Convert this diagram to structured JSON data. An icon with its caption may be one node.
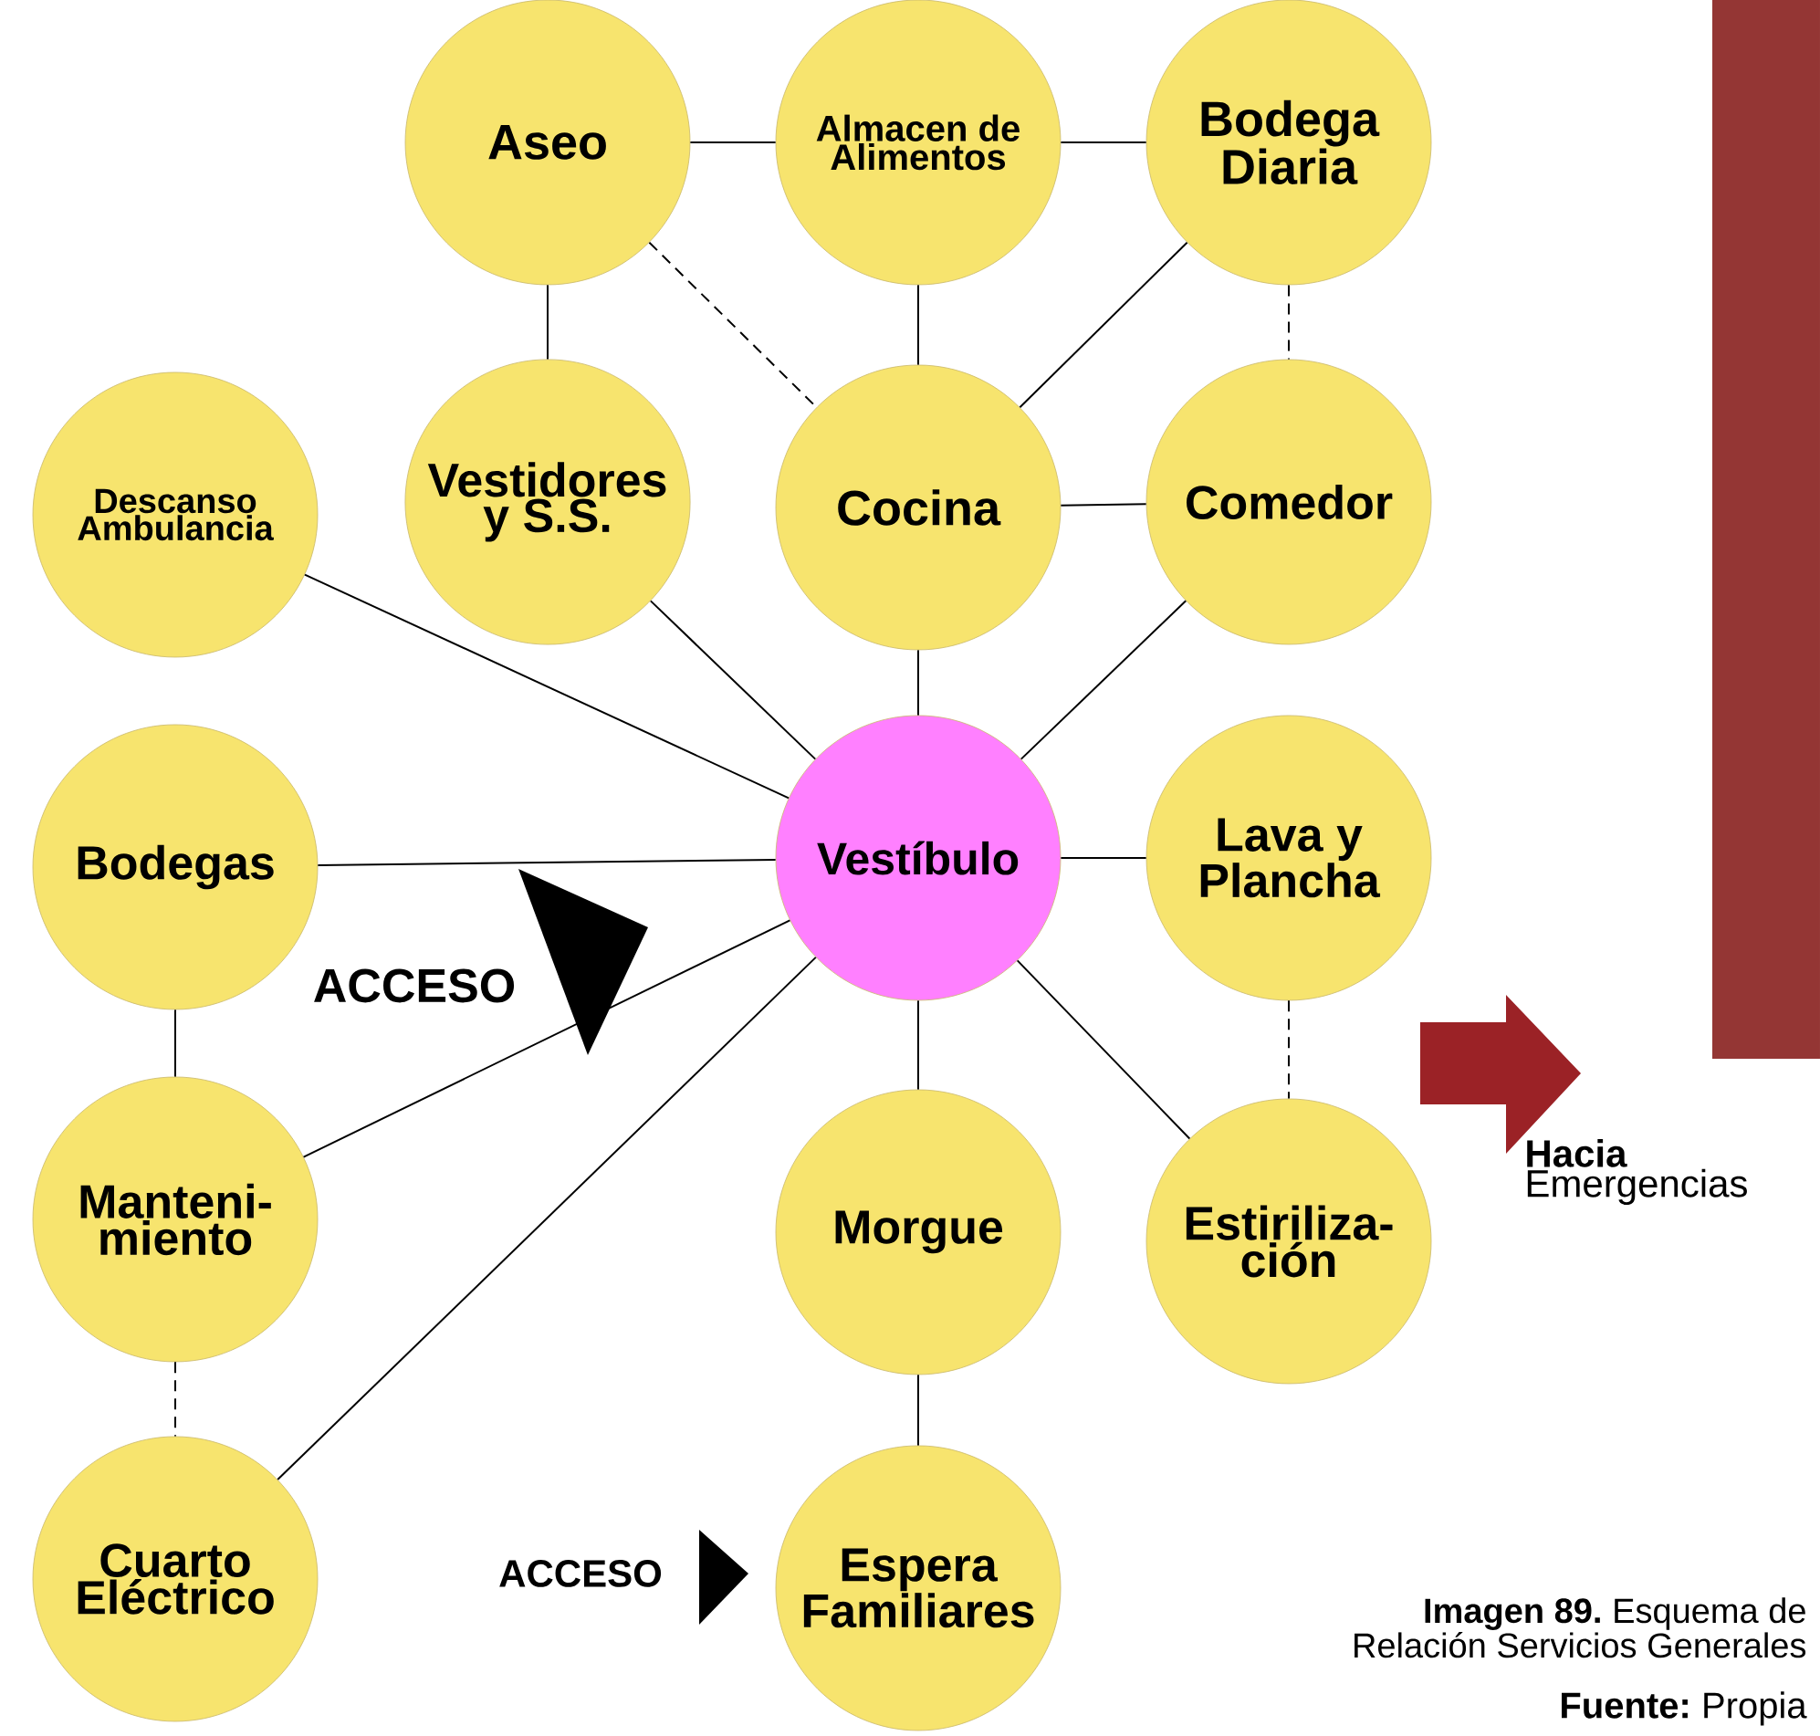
{
  "diagram": {
    "caption": "**Imagen 89.** Esquema de Relación Servicios Generales",
    "nodes": [
      {
        "text": [
          "Aseo"
        ]
      },
      {
        "text": [
          "Almacen de Alimentos"
        ]
      },
      {
        "text": [
          "Bodega Diaria"
        ]
      },
      {
        "text": [
          "Descanso Ambulancia"
        ]
      },
      {
        "text": [
          "Vestidores y S.S."
        ]
      },
      {
        "text": [
          "Cocina"
        ]
      },
      {
        "text": [
          "Comedor"
        ]
      },
      {
        "text": [
          "Bodegas"
        ]
      },
      {
        "text": [
          "Vestíbulo"
        ]
      },
      {
        "text": [
          "Lava y Plancha"
        ]
      },
      {
        "text": [
          "Manteni- miento"
        ]
      },
      {
        "text": [
          "Morgue"
        ]
      },
      {
        "text": [
          "Estiriliza- ción"
        ]
      },
      {
        "text": [
          "Cuarto Eléctrico"
        ]
      },
      {
        "text": [
          "Espera Familiares"
        ]
      }
    ],
    "edges": [
      {
        "from": 0,
        "to": 1,
        "arrow": "none"
      },
      {
        "from": 1,
        "to": 2,
        "arrow": "none"
      },
      {
        "from": 0,
        "to": 4,
        "arrow": "none"
      },
      {
        "from": 0,
        "to": 5,
        "arrow": "none",
        "style": "dashed"
      },
      {
        "from": 1,
        "to": 5,
        "arrow": "none"
      },
      {
        "from": 2,
        "to": 5,
        "arrow": "none"
      },
      {
        "from": 2,
        "to": 6,
        "arrow": "none",
        "style": "dashed"
      },
      {
        "from": 5,
        "to": 6,
        "arrow": "none"
      },
      {
        "from": 3,
        "to": 8,
        "arrow": "none"
      },
      {
        "from": 4,
        "to": 8,
        "arrow": "none"
      },
      {
        "from": 5,
        "to": 8,
        "arrow": "none"
      },
      {
        "from": 6,
        "to": 8,
        "arrow": "none"
      },
      {
        "from": 7,
        "to": 8,
        "arrow": "none"
      },
      {
        "from": 8,
        "to": 9,
        "arrow": "none"
      },
      {
        "from": 9,
        "to": 12,
        "arrow": "none",
        "style": "dashed"
      },
      {
        "from": 8,
        "to": 12,
        "arrow": "none"
      },
      {
        "from": 8,
        "to": 10,
        "arrow": "none"
      },
      {
        "from": 8,
        "to": 13,
        "arrow": "none"
      },
      {
        "from": 8,
        "to": 11,
        "arrow": "none"
      },
      {
        "from": 11,
        "to": 14,
        "arrow": "none"
      },
      {
        "from": 7,
        "to": 10,
        "arrow": "none"
      },
      {
        "from": 10,
        "to": 13,
        "arrow": "none",
        "style": "dashed"
      }
    ],
    "labels": [
      "ACCESO",
      "**Hacia** Emergencias",
      "ACCESO",
      "**Fuente:** Propia"
    ]
  }
}
